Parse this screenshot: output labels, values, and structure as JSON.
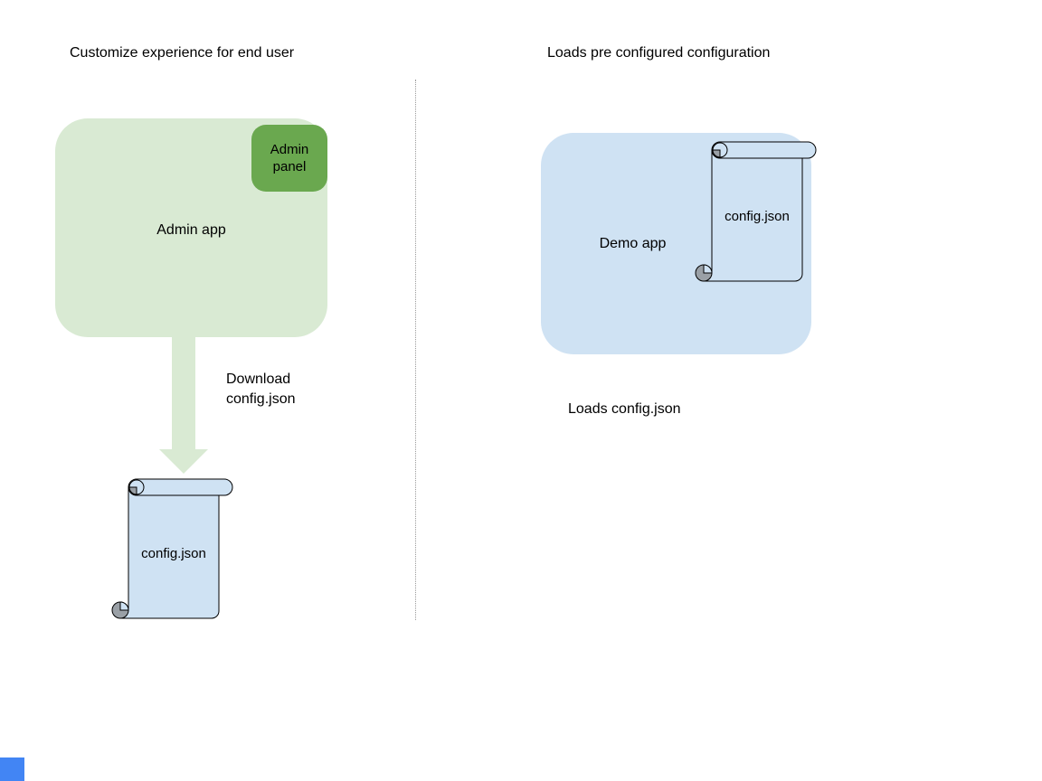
{
  "left_section": {
    "title": "Customize experience for end user",
    "admin_app": {
      "label": "Admin app"
    },
    "admin_panel": {
      "label": "Admin panel"
    },
    "download_arrow_label": "Download config.json",
    "config_file": {
      "label": "config.json"
    }
  },
  "right_section": {
    "title": "Loads pre configured configuration",
    "demo_app": {
      "label": "Demo app"
    },
    "config_file": {
      "label": "config.json"
    },
    "caption": "Loads config.json"
  },
  "colors": {
    "light_green": "#d9ead3",
    "dark_green": "#6aa84f",
    "light_blue": "#cfe2f3",
    "curl_gray": "#9aa0a6",
    "divider_gray": "#9b9b9b",
    "corner_blue": "#4285f4",
    "text_color": "#000000"
  }
}
